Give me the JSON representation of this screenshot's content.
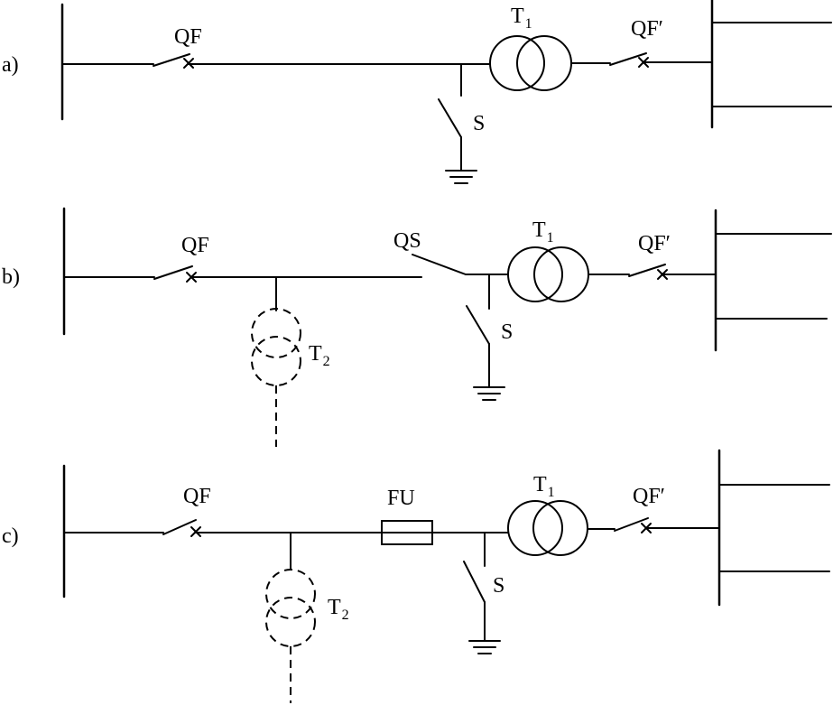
{
  "diagrams": {
    "a": {
      "tag": "a)",
      "qf": "QF",
      "t1": "T",
      "t1_sub": "1",
      "qf_prime": "QF′",
      "s": "S"
    },
    "b": {
      "tag": "b)",
      "qf": "QF",
      "qs": "QS",
      "t1": "T",
      "t1_sub": "1",
      "qf_prime": "QF′",
      "s": "S",
      "t2": "T",
      "t2_sub": "2"
    },
    "c": {
      "tag": "c)",
      "qf": "QF",
      "fu": "FU",
      "t1": "T",
      "t1_sub": "1",
      "qf_prime": "QF′",
      "s": "S",
      "t2": "T",
      "t2_sub": "2"
    }
  }
}
